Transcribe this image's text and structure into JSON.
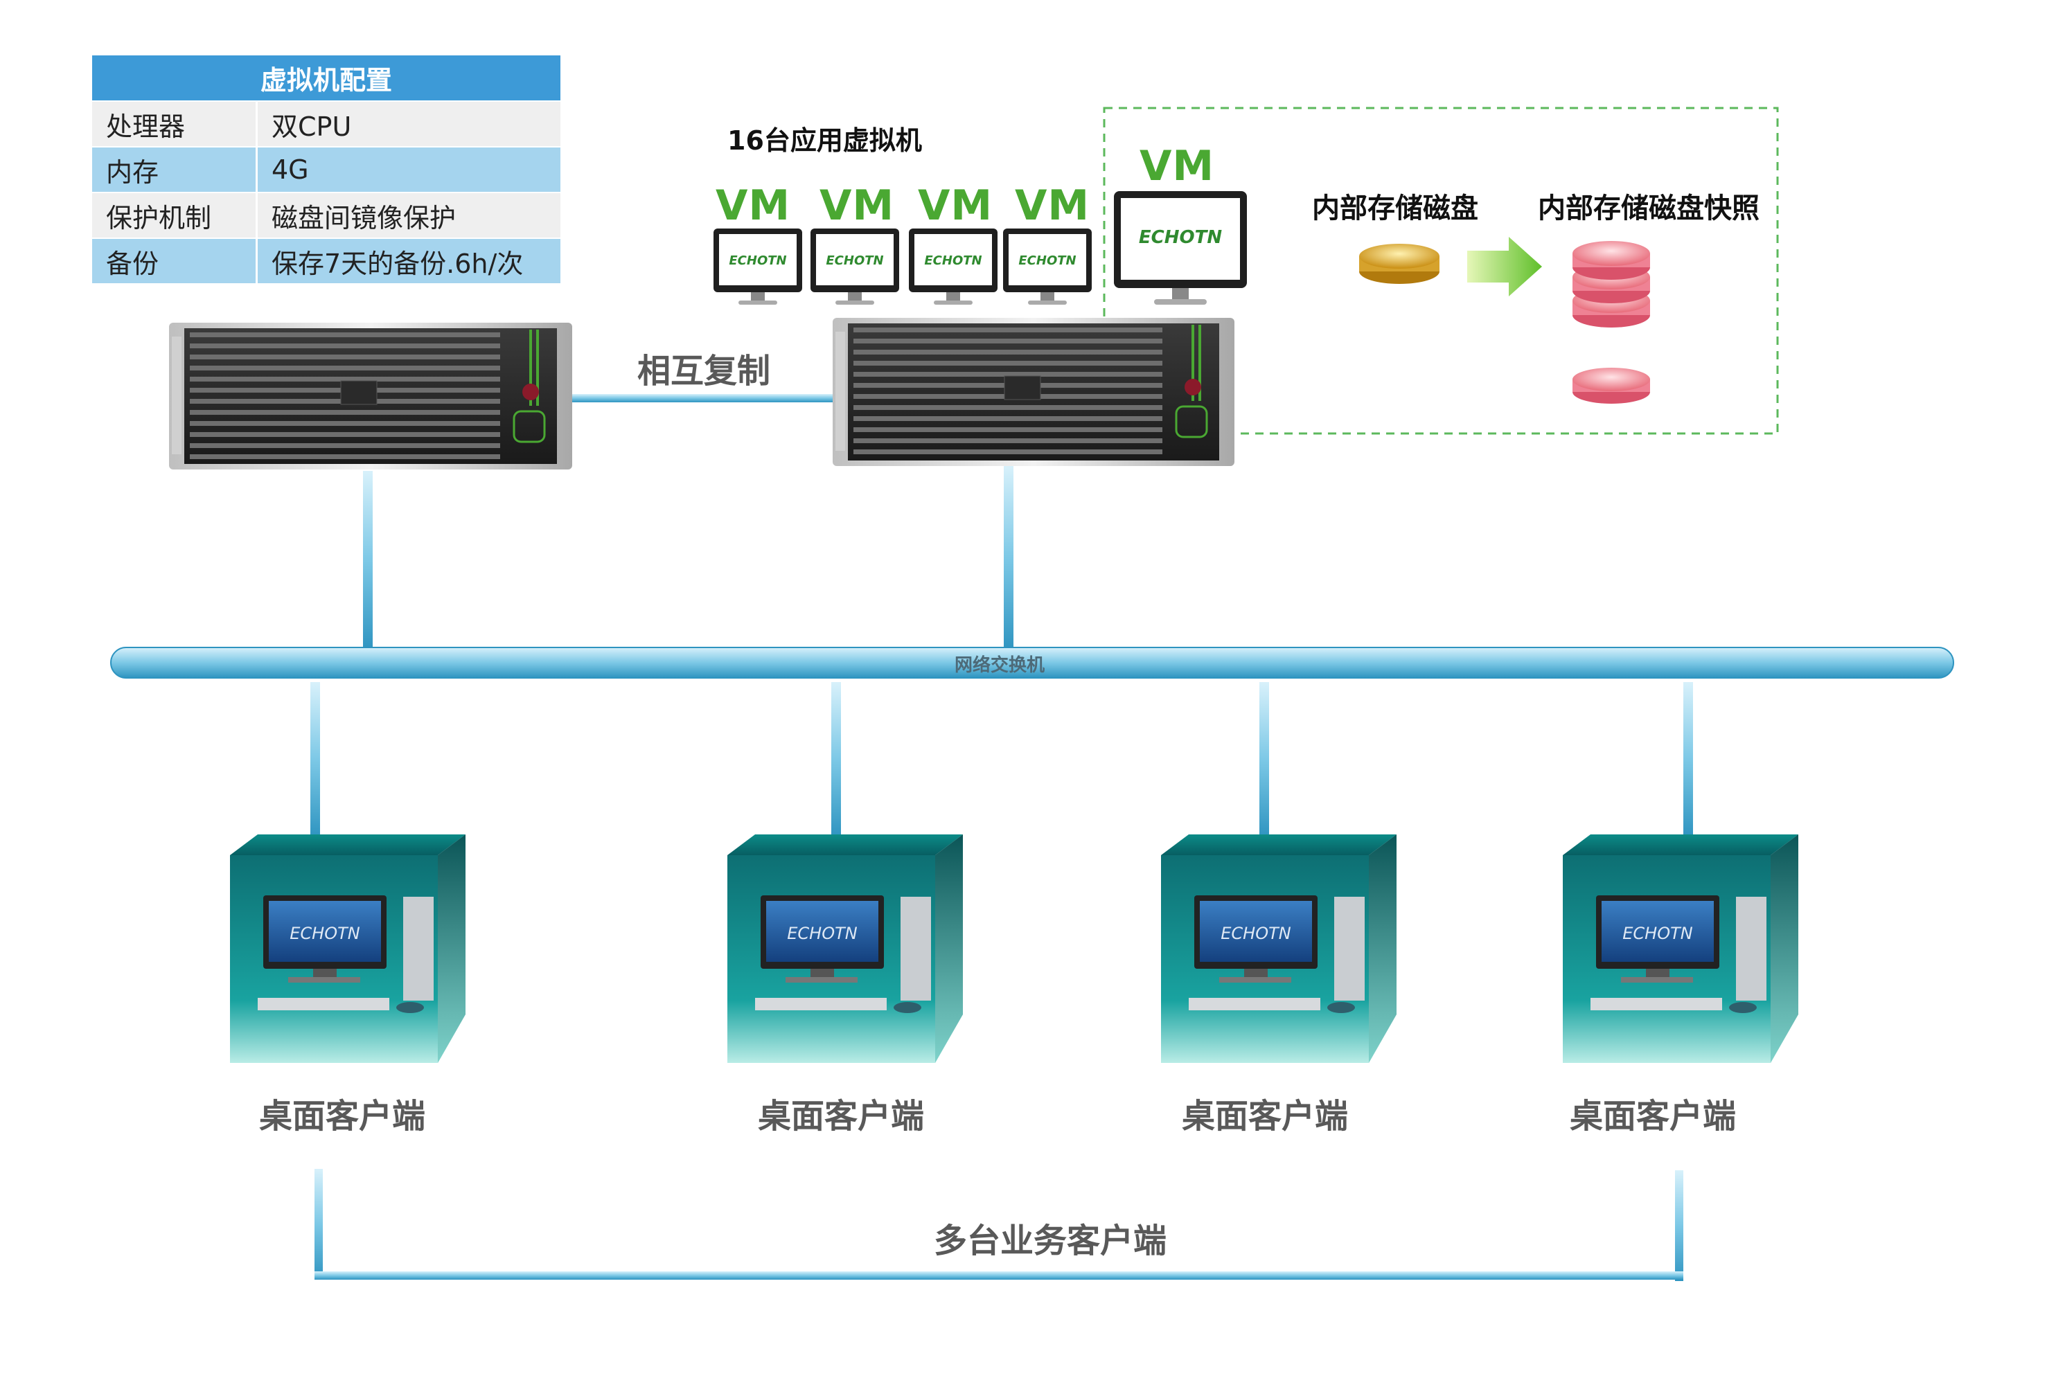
{
  "config_table": {
    "title": "虚拟机配置",
    "rows": [
      {
        "key": "处理器",
        "value": "双CPU"
      },
      {
        "key": "内存",
        "value": "4G"
      },
      {
        "key": "保护机制",
        "value": "磁盘间镜像保护"
      },
      {
        "key": "备份",
        "value": "保存7天的备份.6h/次"
      }
    ]
  },
  "labels": {
    "vm_count": "16台应用虚拟机",
    "vm": "VM",
    "mutual_copy": "相互复制",
    "internal_disk": "内部存储磁盘",
    "internal_disk_snapshot": "内部存储磁盘快照",
    "switch": "网络交换机",
    "desktop_client": "桌面客户端",
    "multi_clients": "多台业务客户端"
  },
  "brand": "ECHOTN",
  "colors": {
    "network_blue": "#3ea8d2",
    "vm_green": "#4aa832",
    "dashed_green": "#5cb85c",
    "table_header": "#3d9ad7",
    "table_alt": "#a5d4ee",
    "cube_teal": "#1a8f8a"
  }
}
